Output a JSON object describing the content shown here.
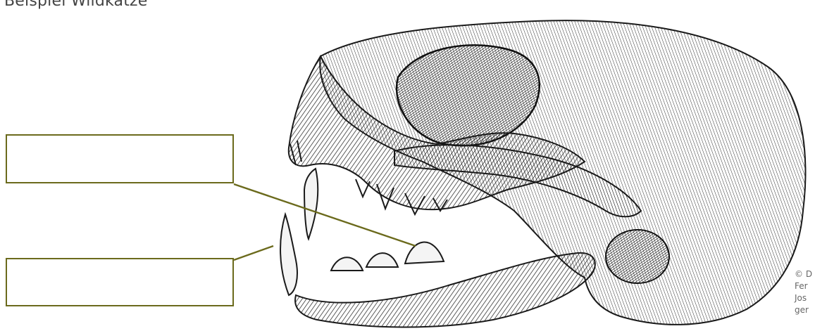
{
  "title": "Beispiel Wildkatze",
  "labels": {
    "top_box": "",
    "bottom_box": ""
  },
  "credit": {
    "line1": "© D",
    "line2": "Fer",
    "line3": "Jos",
    "line4": "ger"
  },
  "colors": {
    "leader_line": "#6b6a1c",
    "box_border": "#6b6a1c",
    "engraving_ink": "#1a1a1a"
  },
  "icons": {
    "illustration": "wildcat-skull-engraving"
  }
}
